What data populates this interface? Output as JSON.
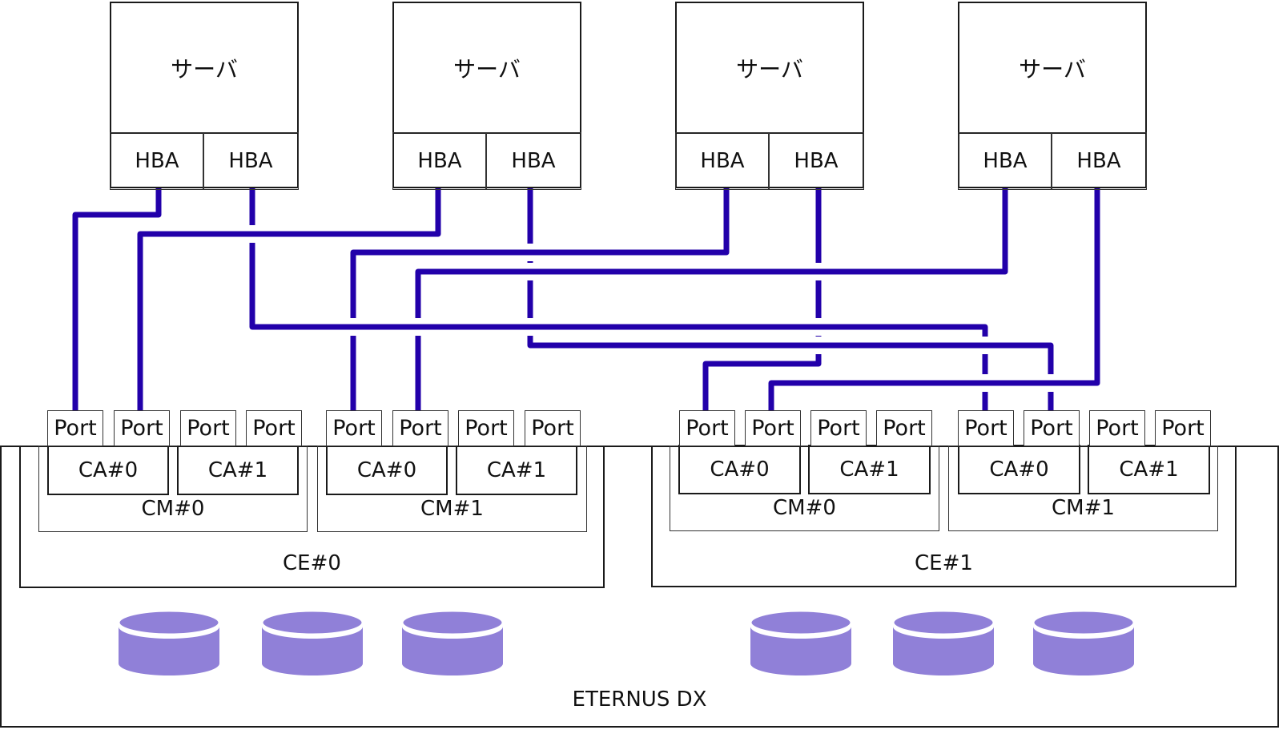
{
  "colors": {
    "wire": "#2200aa",
    "disk": "#9080d8",
    "border": "#1a1a1a"
  },
  "servers": [
    {
      "label": "サーバ",
      "hbas": [
        "HBA",
        "HBA"
      ]
    },
    {
      "label": "サーバ",
      "hbas": [
        "HBA",
        "HBA"
      ]
    },
    {
      "label": "サーバ",
      "hbas": [
        "HBA",
        "HBA"
      ]
    },
    {
      "label": "サーバ",
      "hbas": [
        "HBA",
        "HBA"
      ]
    }
  ],
  "storage": {
    "label": "ETERNUS DX",
    "ces": [
      {
        "label": "CE#0",
        "cms": [
          {
            "label": "CM#0",
            "cas": [
              {
                "label": "CA#0",
                "ports": [
                  "Port",
                  "Port"
                ]
              },
              {
                "label": "CA#1",
                "ports": [
                  "Port",
                  "Port"
                ]
              }
            ]
          },
          {
            "label": "CM#1",
            "cas": [
              {
                "label": "CA#0",
                "ports": [
                  "Port",
                  "Port"
                ]
              },
              {
                "label": "CA#1",
                "ports": [
                  "Port",
                  "Port"
                ]
              }
            ]
          }
        ],
        "disks": 3
      },
      {
        "label": "CE#1",
        "cms": [
          {
            "label": "CM#0",
            "cas": [
              {
                "label": "CA#0",
                "ports": [
                  "Port",
                  "Port"
                ]
              },
              {
                "label": "CA#1",
                "ports": [
                  "Port",
                  "Port"
                ]
              }
            ]
          },
          {
            "label": "CM#1",
            "cas": [
              {
                "label": "CA#0",
                "ports": [
                  "Port",
                  "Port"
                ]
              },
              {
                "label": "CA#1",
                "ports": [
                  "Port",
                  "Port"
                ]
              }
            ]
          }
        ],
        "disks": 3
      }
    ]
  },
  "connections": [
    {
      "server": 0,
      "hba": 0,
      "ce": 0,
      "cm": 0,
      "ca": 0,
      "port": 0
    },
    {
      "server": 0,
      "hba": 1,
      "ce": 1,
      "cm": 1,
      "ca": 0,
      "port": 0
    },
    {
      "server": 1,
      "hba": 0,
      "ce": 0,
      "cm": 0,
      "ca": 0,
      "port": 1
    },
    {
      "server": 1,
      "hba": 1,
      "ce": 1,
      "cm": 1,
      "ca": 0,
      "port": 1
    },
    {
      "server": 2,
      "hba": 0,
      "ce": 0,
      "cm": 1,
      "ca": 0,
      "port": 0
    },
    {
      "server": 2,
      "hba": 1,
      "ce": 1,
      "cm": 0,
      "ca": 0,
      "port": 0
    },
    {
      "server": 3,
      "hba": 0,
      "ce": 0,
      "cm": 1,
      "ca": 0,
      "port": 1
    },
    {
      "server": 3,
      "hba": 1,
      "ce": 1,
      "cm": 0,
      "ca": 0,
      "port": 1
    }
  ]
}
